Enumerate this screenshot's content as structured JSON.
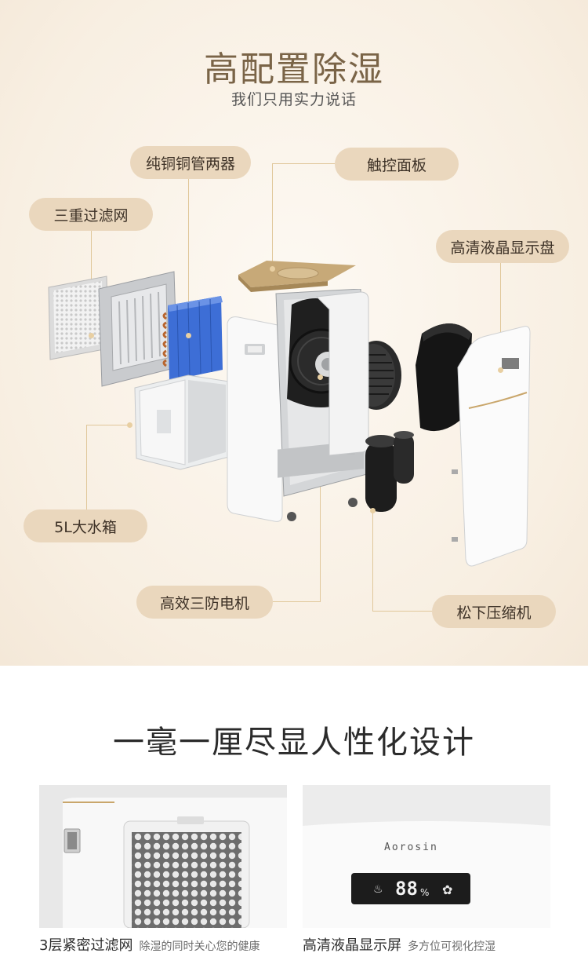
{
  "header": {
    "title": "高配置除湿",
    "subtitle": "我们只用实力说话"
  },
  "labels": {
    "copper_tube": "纯铜铜管两器",
    "touch_panel": "触控面板",
    "triple_filter": "三重过滤网",
    "lcd_panel": "高清液晶显示盘",
    "water_tank": "5L大水箱",
    "motor": "高效三防电机",
    "compressor": "松下压缩机"
  },
  "section2": {
    "title": "一毫一厘尽显人性化设计",
    "left_caption_main": "3层紧密过滤网",
    "left_caption_sub": "除湿的同时关心您的健康",
    "right_caption_main": "高清液晶显示屏",
    "right_caption_sub": "多方位可视化控湿",
    "brand": "Aorosin",
    "display_digits": "88",
    "display_unit": "%"
  },
  "colors": {
    "accent_gold": "#7a6447",
    "pill_bg": "#ead7bd",
    "leader": "#e0c79a",
    "copper_blue": "#3d6ed6"
  }
}
